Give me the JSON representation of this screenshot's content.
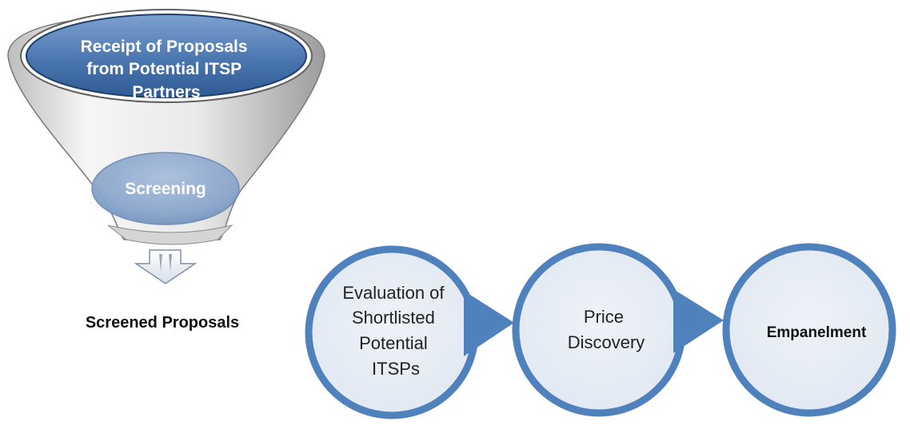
{
  "funnel": {
    "top_label": [
      "Receipt of Proposals",
      "from Potential ITSP",
      "Partners"
    ],
    "middle_label": "Screening",
    "output_label": "Screened Proposals"
  },
  "process_steps": [
    {
      "label": [
        "Evaluation of",
        "Shortlisted",
        "Potential",
        "ITSPs"
      ],
      "bold": false
    },
    {
      "label": [
        "Price",
        "Discovery"
      ],
      "bold": false
    },
    {
      "label": [
        "Empanelment"
      ],
      "bold": true
    }
  ],
  "colors": {
    "accent": "#4f81bd",
    "accent_dark": "#3a6aa5",
    "funnel_body": "#e8e8e8",
    "arrow": "#e2e8f2"
  },
  "icons": {
    "down_arrow": "down-arrow-icon"
  }
}
